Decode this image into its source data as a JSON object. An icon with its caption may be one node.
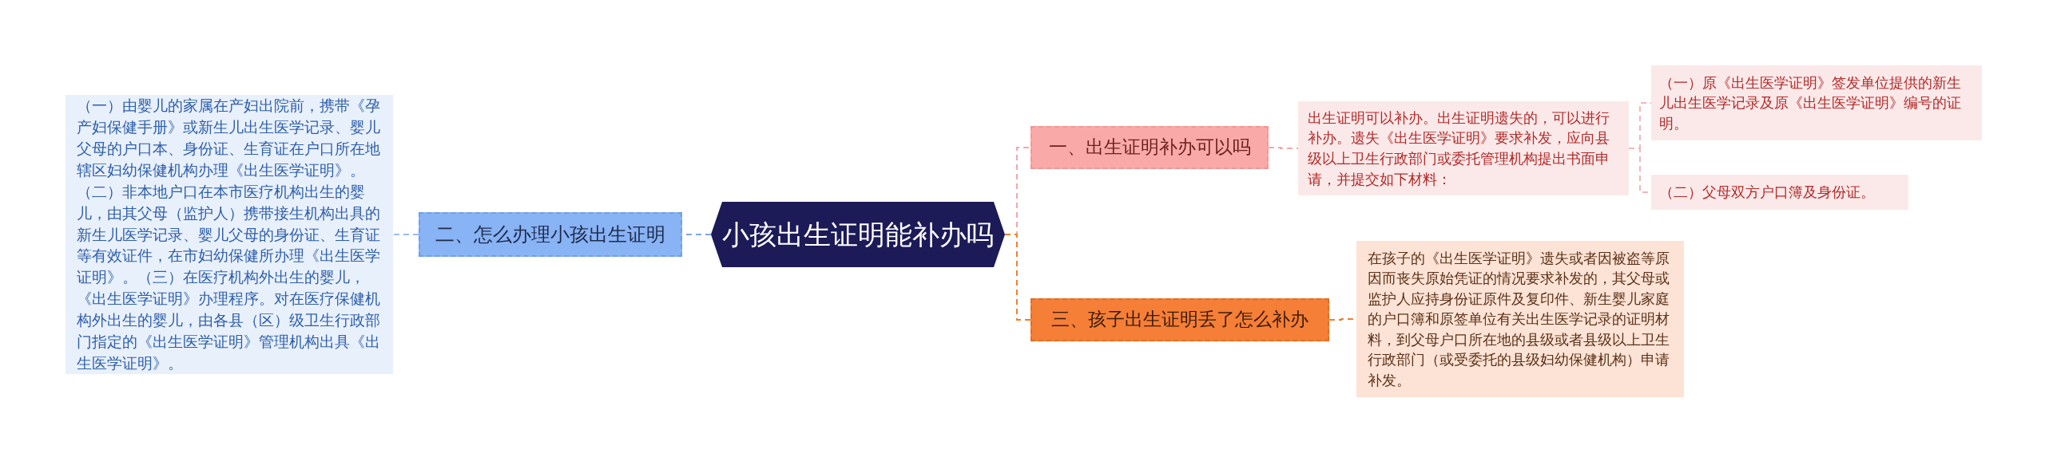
{
  "diagram": {
    "nodes": [
      {
        "text": [
          "小孩出生证明能补办吗"
        ]
      },
      {
        "text": [
          "二、怎么办理小孩出生证明"
        ]
      },
      {
        "text": [
          "（一）由婴儿的家属在产妇出院前，携带《孕产妇保健手册》或新生儿出生医学记录、婴儿父母的户口本、身份证、生育证在户口所在地辖区妇幼保健机构办理《出生医学证明》。（二）非本地户口在本市医疗机构出生的婴儿，由其父母（监护人）携带接生机构出具的新生儿医学记录、婴儿父母的身份证、生育证等有效证件，在市妇幼保健所办理《出生医学证明》。（三）在医疗机构外出生的婴儿，《出生医学证明》办理程序。对在医疗保健机构外出生的婴儿，由各县（区）级卫生行政部门指定的《出生医学证明》管理机构出具《出生医学证明》。"
        ]
      },
      {
        "text": [
          "一、出生证明补办可以吗"
        ]
      },
      {
        "text": [
          "出生证明可以补办。出生证明遗失的，可以进行补办。遗失《出生医学证明》要求补发，应向县级以上卫生行政部门或委托管理机构提出书面申请，并提交如下材料："
        ]
      },
      {
        "text": [
          "（一）原《出生医学证明》签发单位提供的新生儿出生医学记录及原《出生医学证明》编号的证明。"
        ]
      },
      {
        "text": [
          "（二）父母双方户口簿及身份证。"
        ]
      },
      {
        "text": [
          "三、孩子出生证明丢了怎么补办"
        ]
      },
      {
        "text": [
          "在孩子的《出生医学证明》遗失或者因被盗等原因而丧失原始凭证的情况要求补发的，其父母或监护人应持身份证原件及复印件、新生婴儿家庭的户口簿和原签单位有关出生医学记录的证明材料，到父母户口所在地的县级或者县级以上卫生行政部门（或受委托的县级妇幼保健机构）申请补发。"
        ]
      }
    ],
    "edges": [
      {
        "from": 0,
        "to": 1,
        "arrow": "none",
        "style": "dashed",
        "color": "#7ea6e0"
      },
      {
        "from": 1,
        "to": 2,
        "arrow": "none",
        "style": "dashed",
        "color": "#9dbbe8"
      },
      {
        "from": 0,
        "to": 3,
        "arrow": "none",
        "style": "dashed",
        "color": "#f0a8a8"
      },
      {
        "from": 3,
        "to": 4,
        "arrow": "none",
        "style": "dashed",
        "color": "#f0a8a8"
      },
      {
        "from": 4,
        "to": 5,
        "arrow": "none",
        "style": "dashed",
        "color": "#f0b8b8"
      },
      {
        "from": 4,
        "to": 6,
        "arrow": "none",
        "style": "dashed",
        "color": "#f0b8b8"
      },
      {
        "from": 0,
        "to": 7,
        "arrow": "none",
        "style": "dashed",
        "color": "#f07f2e"
      },
      {
        "from": 7,
        "to": 8,
        "arrow": "none",
        "style": "dashed",
        "color": "#f07f2e"
      }
    ]
  }
}
